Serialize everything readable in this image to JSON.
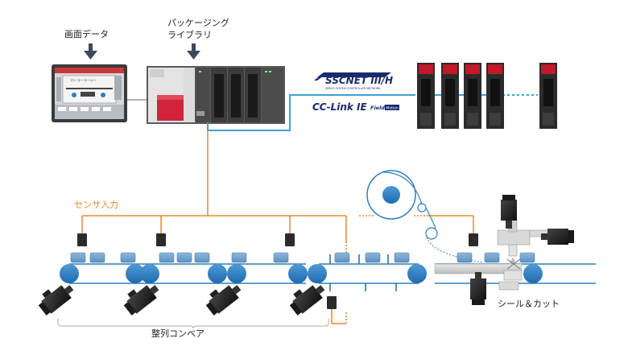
{
  "labels": {
    "screen_data": "画面データ",
    "packaging_library_line1": "パッケージング",
    "packaging_library_line2": "ライブラリ",
    "sensor_input": "センサ入力",
    "seal_cut": "シール＆カット",
    "alignment_conveyor": "整列コンベア"
  },
  "logos": {
    "sscnet": "SSCNET III/H",
    "sscnet_sub": "SERVO SYSTEM CONTROLLER NETWORK",
    "cclink": "CC-Link IE",
    "cclink_field": "Field",
    "cclink_motion": "Motion"
  },
  "hmi": {
    "title": "ローラーラーシー"
  },
  "colors": {
    "orange": "#e8892c",
    "network_blue": "#3aa2d8",
    "box_blue": "#6fa0c8",
    "roller_blue": "#2f7fc1",
    "servo_red": "#c0192a",
    "plc_red": "#d2233a",
    "dark": "#2b2b2b",
    "cclink_red": "#d7182a",
    "sscnet_navy": "#1b2a6b"
  }
}
